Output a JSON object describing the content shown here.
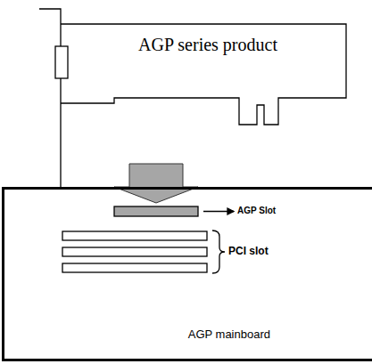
{
  "diagram": {
    "nodes": [
      {
        "text": [
          "AGP series product"
        ]
      },
      {
        "text": [
          "AGP mainboard"
        ]
      }
    ],
    "edges": [
      {
        "from": 0,
        "to": 1,
        "arrow": "to"
      }
    ],
    "labels": [
      "AGP Slot",
      "PCI slot"
    ]
  }
}
